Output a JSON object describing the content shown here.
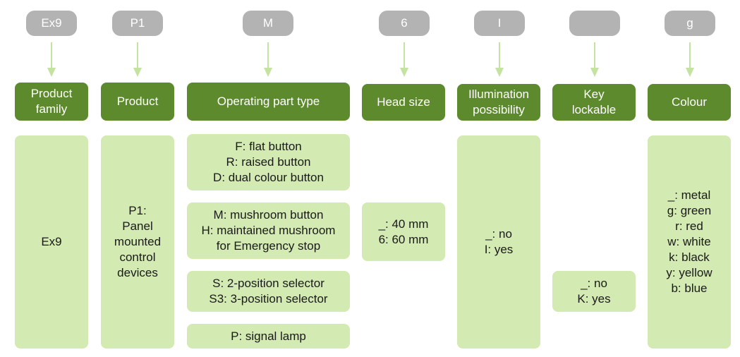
{
  "codes": [
    "Ex9",
    "P1",
    "M",
    "6",
    "I",
    "",
    "g"
  ],
  "headers": [
    "Product\nfamily",
    "Product",
    "Operating part type",
    "Head size",
    "Illumination\npossibility",
    "Key\nlockable",
    "Colour"
  ],
  "family": "Ex9",
  "product": "P1:\nPanel\nmounted\ncontrol\ndevices",
  "operating": [
    "F: flat button\nR: raised button\nD: dual colour button",
    "M: mushroom button\nH: maintained mushroom\nfor Emergency stop",
    "S: 2-position selector\nS3: 3-position selector",
    "P: signal lamp"
  ],
  "head_size": "_: 40 mm\n6: 60 mm",
  "illumination": "_: no\nI: yes",
  "key": "_: no\nK: yes",
  "colour": "_: metal\ng: green\nr: red\nw: white\nk: black\ny: yellow\nb: blue",
  "colors": {
    "code_bg": "#b3b3b3",
    "header_bg": "#5d8a2c",
    "box_bg": "#d3eab2",
    "arrow": "#c5e3a0"
  }
}
